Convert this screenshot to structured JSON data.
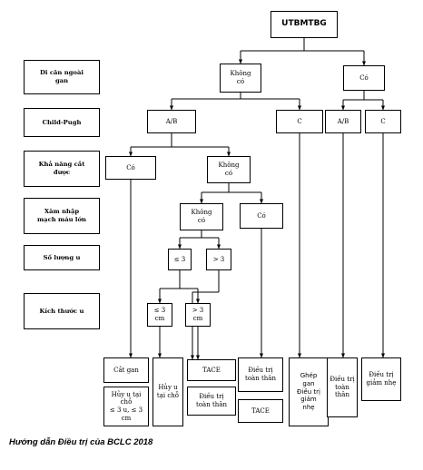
{
  "diagram": {
    "root": "UTBMTBG",
    "row_labels": {
      "metastasis": "Di căn ngoài\ngan",
      "child_pugh": "Child-Pugh",
      "resectability": "Khả năng cắt\nđược",
      "vascular_invasion": "Xâm nhập\nmạch máu lớn",
      "tumor_count": "Số lượng u",
      "tumor_size": "Kích thước u"
    },
    "nodes": {
      "meta_no": "Không\ncó",
      "meta_yes": "Có",
      "cp_ab_left": "A/B",
      "cp_c_left": "C",
      "cp_ab_right": "A/B",
      "cp_c_right": "C",
      "resect_yes": "Có",
      "resect_no": "Không\ncó",
      "vasc_no": "Không\ncó",
      "vasc_yes": "Có",
      "count_le3": "≤ 3",
      "count_gt3": "> 3",
      "size_le3": "≤ 3\ncm",
      "size_gt3": "> 3\ncm"
    },
    "outcomes": {
      "resection": "Cắt gan",
      "local_ablation_criteria": "Hủy u tại\nchỗ\n≤ 3 u, ≤ 3\ncm",
      "local_ablation": "Hủy u\ntại chỗ",
      "tace_1": "TACE",
      "systemic_1": "Điều trị\ntoàn thân",
      "systemic_2": "Điều trị\ntoàn thân",
      "tace_2": "TACE",
      "transplant": "Ghép\ngan\nĐiều trị\ngiảm\nnhẹ",
      "systemic_3": "Điều trị\ntoàn\nthân",
      "palliative": "Điều trị\ngiảm nhẹ"
    },
    "caption": "Hướng dẫn Điều trị của BCLC 2018"
  }
}
